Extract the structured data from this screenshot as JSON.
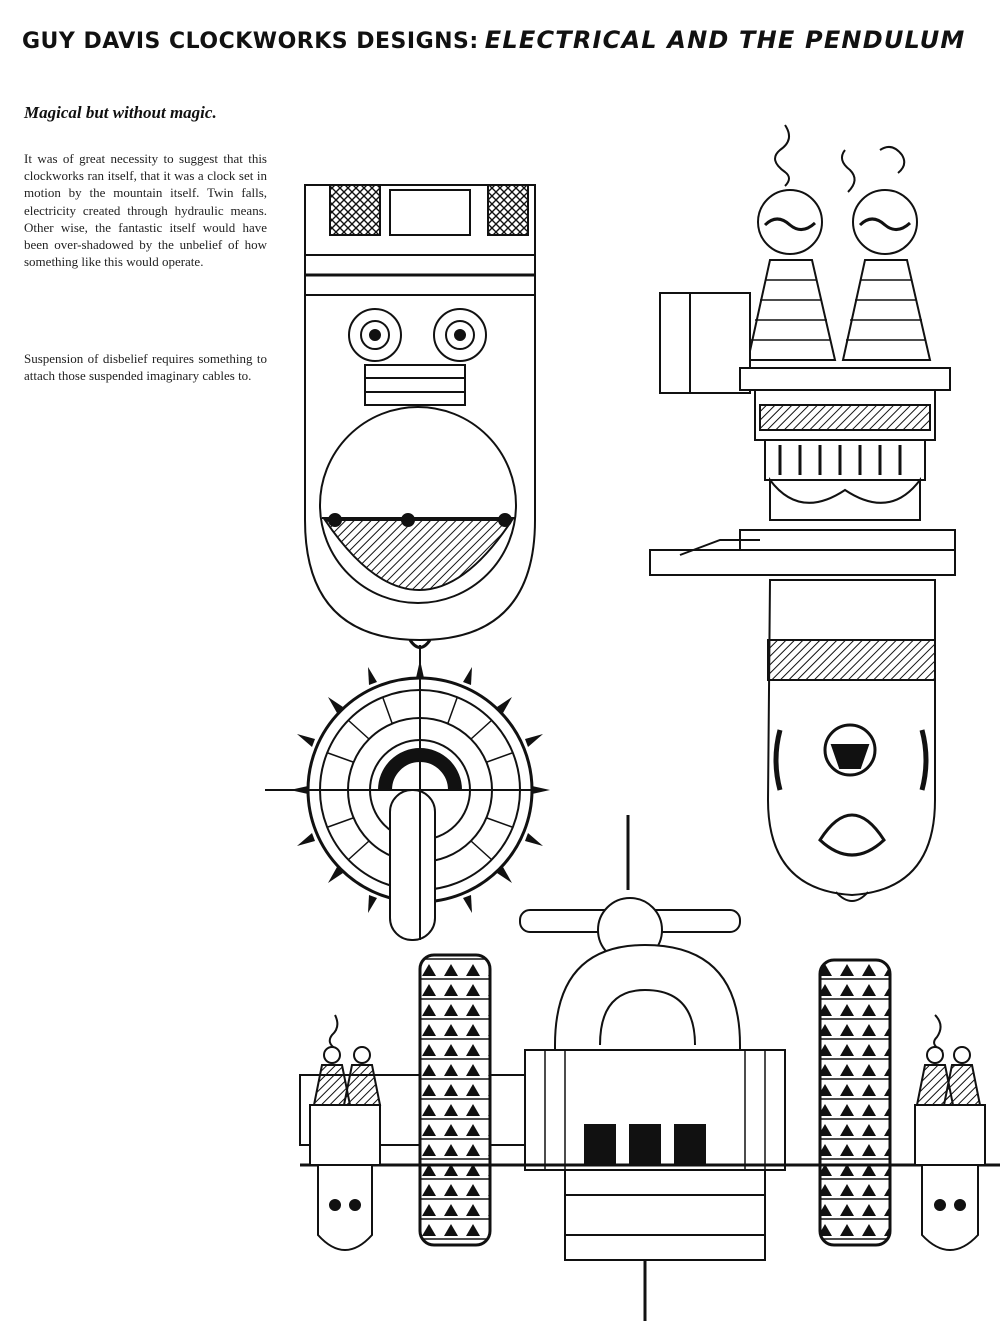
{
  "header": {
    "title_prefix": "GUY DAVIS CLOCKWORKS DESIGNS:",
    "title_emphasis": "ELECTRICAL AND THE PENDULUM"
  },
  "article": {
    "subtitle": "Magical but without magic.",
    "paragraph_1": "It was of great necessity to suggest that this clockworks ran itself, that it was a clock set in motion by the mountain itself. Twin falls, electricity created through hydraulic means. Other wise, the fantastic itself would have been over-shadowed by the unbelief of how something like this would operate.",
    "paragraph_2": "Suspension of disbelief requires something to attach those suspended imaginary cables to."
  },
  "colors": {
    "ink": "#111111",
    "paper": "#ffffff"
  }
}
